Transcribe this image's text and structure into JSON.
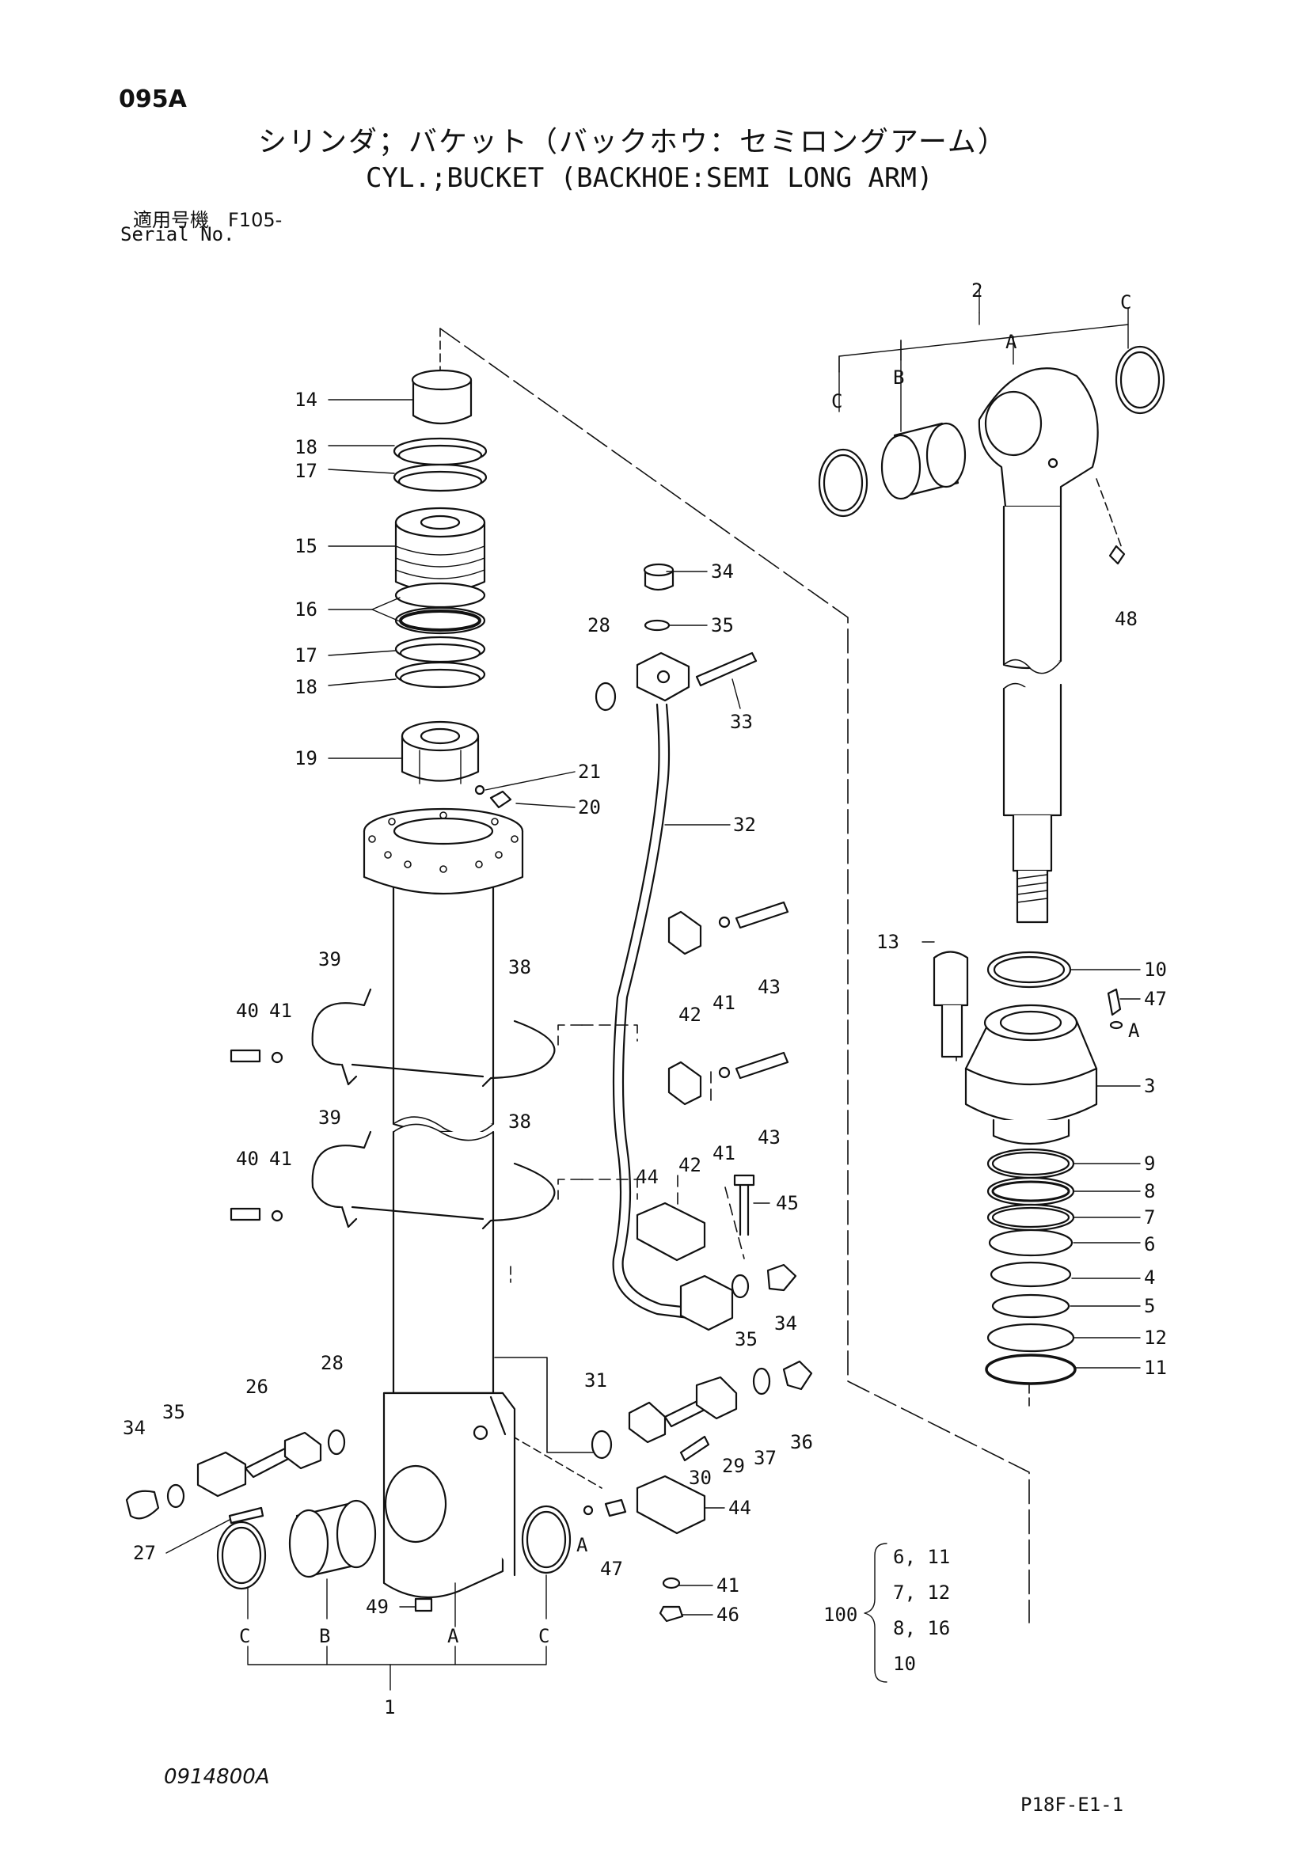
{
  "header": {
    "page_code": "095A",
    "title_jp": "シリンダ；バケット（バックホウ：セミロングアーム）",
    "title_en": "CYL.;BUCKET (BACKHOE:SEMI LONG ARM)",
    "serial_label_jp": "適用号機　F105-",
    "serial_label_en": "Serial No."
  },
  "footer": {
    "doc_code": "0914800A",
    "page_ref": "P18F-E1-1"
  },
  "callouts": {
    "c1": "1",
    "c2": "2",
    "c3": "3",
    "c4": "4",
    "c5": "5",
    "c6": "6",
    "c7": "7",
    "c8": "8",
    "c9": "9",
    "c10": "10",
    "c11": "11",
    "c12": "12",
    "c13": "13",
    "c14": "14",
    "c15": "15",
    "c16": "16",
    "c17a": "17",
    "c17b": "17",
    "c18a": "18",
    "c18b": "18",
    "c19": "19",
    "c20": "20",
    "c21": "21",
    "c26": "26",
    "c27": "27",
    "c28a": "28",
    "c28b": "28",
    "c29": "29",
    "c30": "30",
    "c31": "31",
    "c32": "32",
    "c33": "33",
    "c34a": "34",
    "c34b": "34",
    "c34c": "34",
    "c35a": "35",
    "c35b": "35",
    "c35c": "35",
    "c36": "36",
    "c37": "37",
    "c38a": "38",
    "c38b": "38",
    "c39a": "39",
    "c39b": "39",
    "c40a": "40",
    "c40b": "40",
    "c41a": "41",
    "c41b": "41",
    "c41c": "41",
    "c41d": "41",
    "c41e": "41",
    "c42a": "42",
    "c42b": "42",
    "c43a": "43",
    "c43b": "43",
    "c44a": "44",
    "c44b": "44",
    "c45": "45",
    "c46": "46",
    "c47a": "47",
    "c47b": "47",
    "c48": "48",
    "c49": "49"
  },
  "letters": {
    "A_tube": "A",
    "B_tube": "B",
    "C_tube1": "C",
    "C_tube2": "C",
    "A_rod": "A",
    "B_rod": "B",
    "C_rod1": "C",
    "C_rod2": "C",
    "A_head": "A",
    "A_grease": "A"
  },
  "kit": {
    "number": "100",
    "lines": [
      "6, 11",
      "7, 12",
      "8, 16",
      "10"
    ]
  }
}
